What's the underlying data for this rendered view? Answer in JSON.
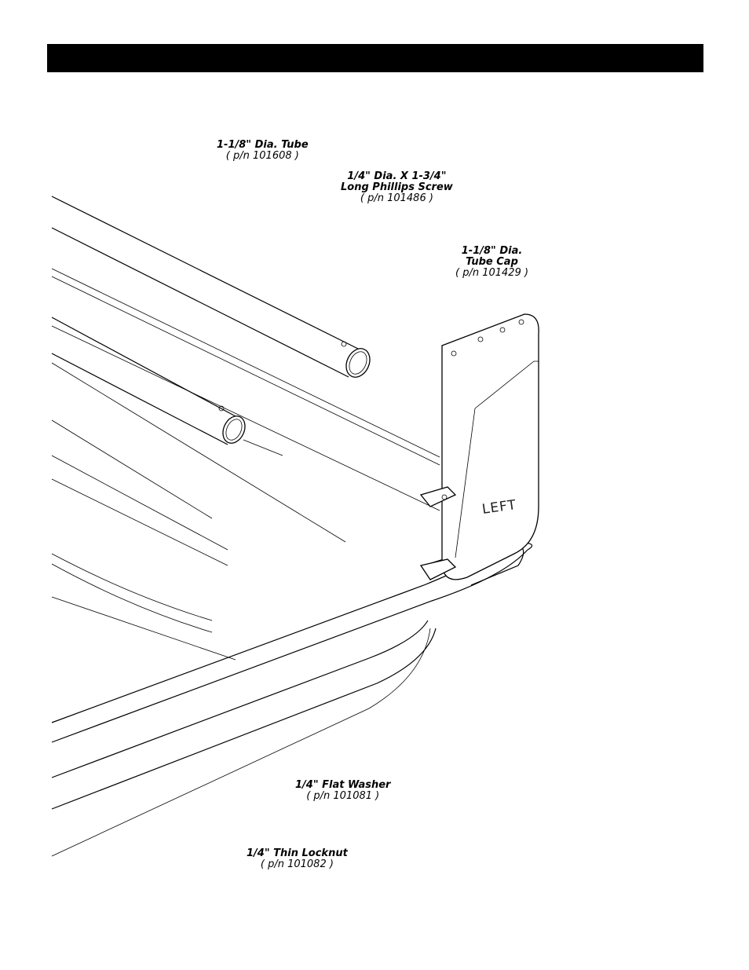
{
  "page": {
    "header_text": "",
    "side_marking": "LEFT"
  },
  "callouts": {
    "tube": {
      "name": "1-1/8\" Dia. Tube",
      "part_number": "( p/n 101608 )"
    },
    "screw": {
      "name_line1": "1/4\" Dia. X 1-3/4\"",
      "name_line2": "Long Phillips Screw",
      "part_number": "( p/n 101486 )"
    },
    "tube_cap": {
      "name_line1": "1-1/8\" Dia.",
      "name_line2": "Tube Cap",
      "part_number": "( p/n 101429 )"
    },
    "washer": {
      "name": "1/4\" Flat Washer",
      "part_number": "( p/n 101081 )"
    },
    "locknut": {
      "name": "1/4\" Thin Locknut",
      "part_number": "( p/n 101082 )"
    }
  }
}
